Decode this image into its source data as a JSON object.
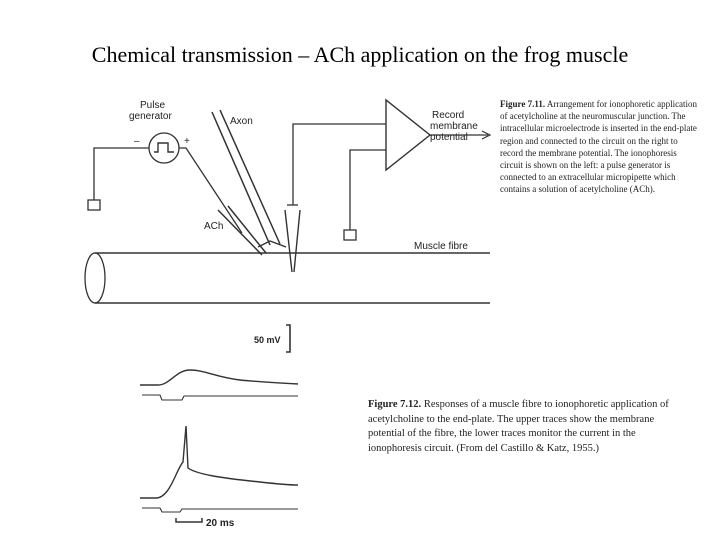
{
  "slide": {
    "title": "Chemical transmission – ACh application on the frog muscle"
  },
  "figure_711": {
    "labels": {
      "pulse_generator_line1": "Pulse",
      "pulse_generator_line2": "generator",
      "minus": "–",
      "plus": "+",
      "axon": "Axon",
      "ach": "ACh",
      "record_line1": "Record",
      "record_line2": "membrane",
      "record_line3": "potential",
      "muscle_fibre": "Muscle fibre"
    },
    "caption_label": "Figure 7.11.",
    "caption_text": "Arrangement for ionophoretic application of acetylcholine at the neuromuscular junction. The intracellular microelectrode is inserted in the end-plate region and connected to the circuit on the right to record the membrane potential. The ionophoresis circuit is shown on the left: a pulse generator is connected to an extracellular micropipette which contains a solution of acetylcholine (ACh)."
  },
  "figure_712": {
    "scale_voltage": "50 mV",
    "scale_time": "20 ms",
    "caption_label": "Figure 7.12.",
    "caption_text": "Responses of a muscle fibre to ionophoretic application of acetylcholine to the end-plate. The upper traces show the membrane potential of the fibre, the lower traces monitor the current in the ionophoresis circuit. (From del Castillo & Katz, 1955.)"
  }
}
